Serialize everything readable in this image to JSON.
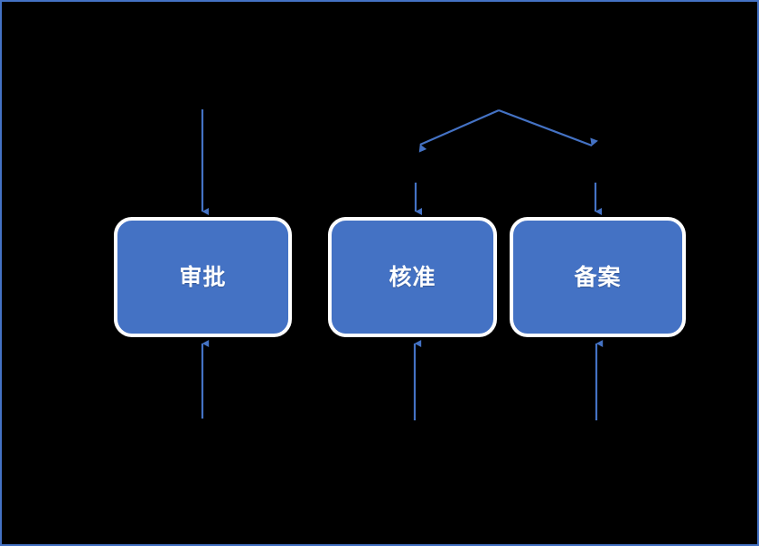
{
  "diagram": {
    "title": "",
    "background_color": "#000000",
    "frame_border_color": "#4472C4",
    "node_fill_color": "#4472C4",
    "node_border_color": "#FFFFFF",
    "node_text_color": "#FFFFFF",
    "connector_color": "#4472C4",
    "nodes": [
      {
        "id": "approval",
        "label": "审批"
      },
      {
        "id": "ratify",
        "label": "核准"
      },
      {
        "id": "record",
        "label": "备案"
      }
    ],
    "connectors": [
      {
        "name": "top-arrow-into-approval",
        "from": "above",
        "to": "审批",
        "direction": "down"
      },
      {
        "name": "branch-apex-to-left",
        "from": "apex",
        "to": "核准",
        "direction": "down-left"
      },
      {
        "name": "branch-apex-to-right",
        "from": "apex",
        "to": "备案",
        "direction": "down-right"
      },
      {
        "name": "top-arrow-into-ratify",
        "from": "above",
        "to": "核准",
        "direction": "down"
      },
      {
        "name": "top-arrow-into-record",
        "from": "above",
        "to": "备案",
        "direction": "down"
      },
      {
        "name": "bottom-arrow-into-approval",
        "from": "below",
        "to": "审批",
        "direction": "up"
      },
      {
        "name": "bottom-arrow-into-ratify",
        "from": "below",
        "to": "核准",
        "direction": "up"
      },
      {
        "name": "bottom-arrow-into-record",
        "from": "below",
        "to": "备案",
        "direction": "up"
      }
    ]
  }
}
